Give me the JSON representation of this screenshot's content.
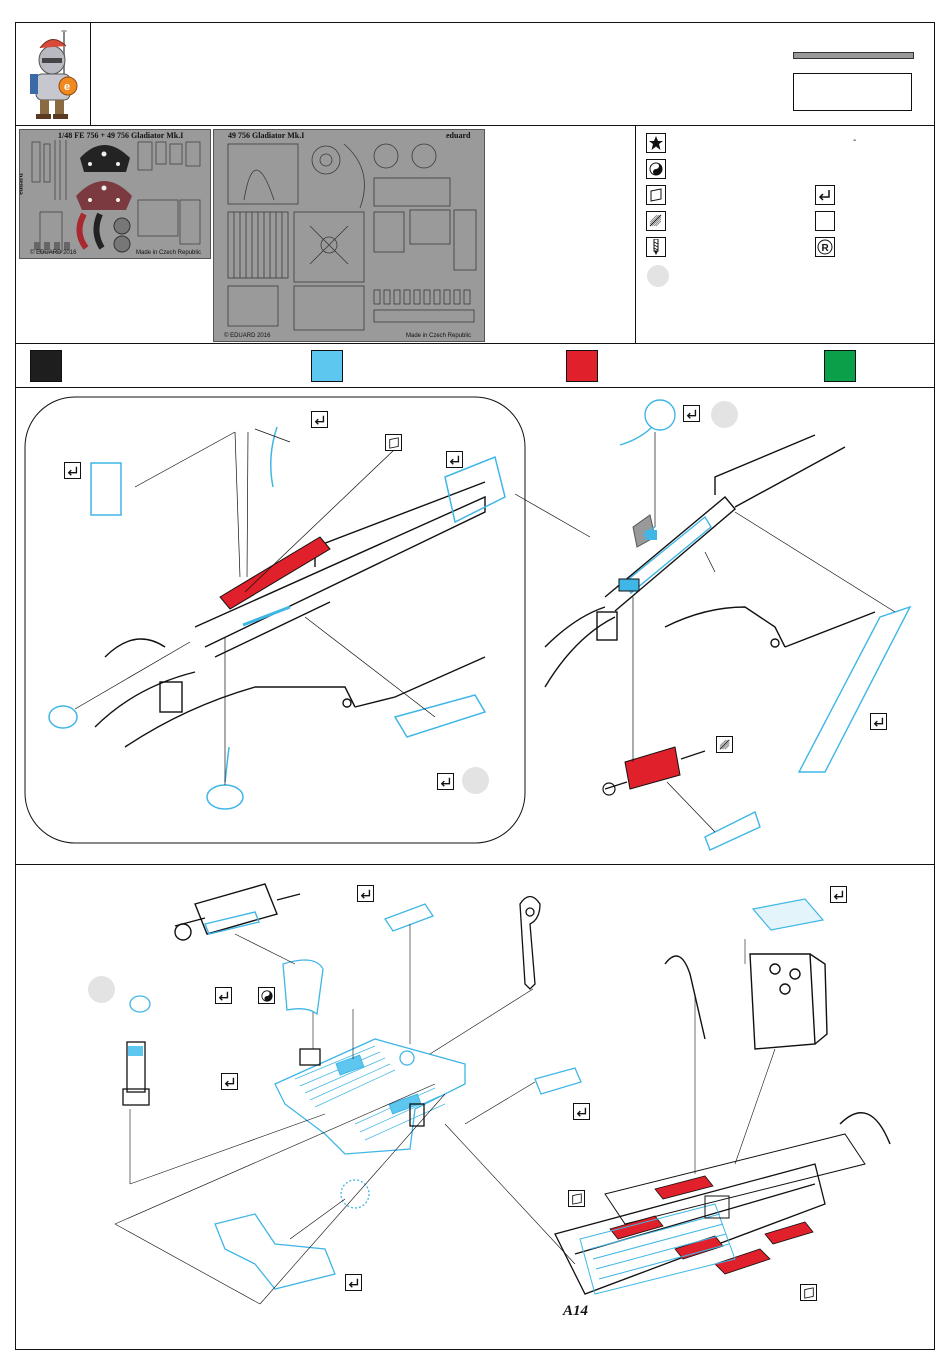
{
  "brand": {
    "mascot": "knight-mascot-logo"
  },
  "sheet_a": {
    "header": "1/48   FE 756 + 49 756  Gladiator Mk.I",
    "copyright": "© EDUARD 2016",
    "made_in": "Made in Czech Republic",
    "side_brand": "eduard"
  },
  "sheet_b": {
    "header": "49 756   Gladiator Mk.I",
    "brand": "eduard",
    "copyright": "© EDUARD 2016",
    "made_in": "Made in Czech Republic"
  },
  "legend": {
    "dash": "-",
    "icons": [
      "star-icon",
      "yin-yang-icon",
      "panel-icon",
      "hatched-panel-icon",
      "drill-icon",
      "bend-icon",
      "empty-box-icon",
      "registered-icon"
    ]
  },
  "colors": {
    "black": "#1e1e1e",
    "blue": "#5ec7f0",
    "red": "#e0202a",
    "green": "#0aa04a",
    "line_blue": "#3fb6e6"
  },
  "parts": {
    "a14": "A14"
  }
}
